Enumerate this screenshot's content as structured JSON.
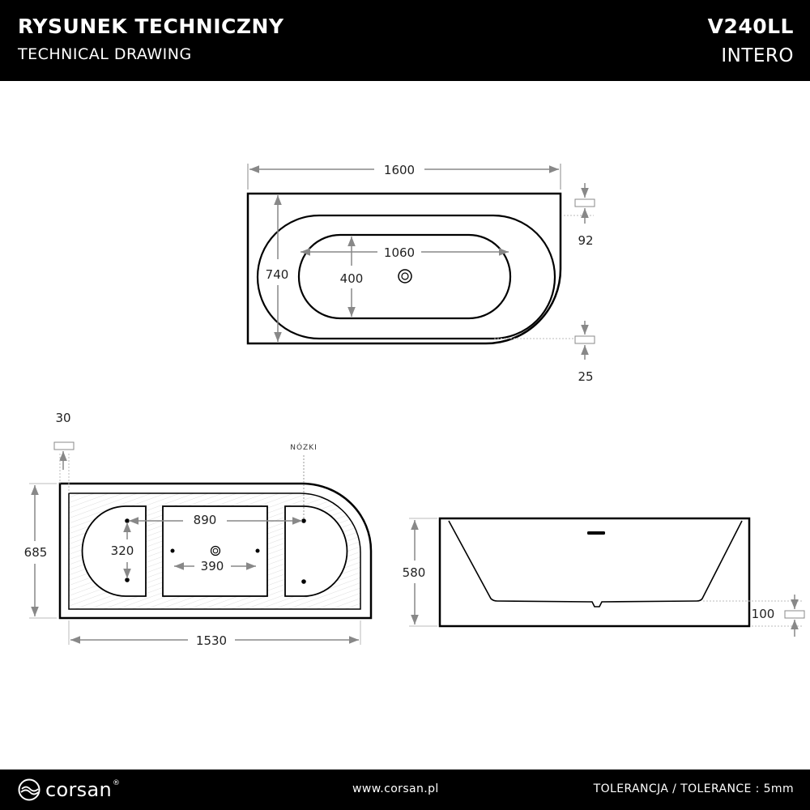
{
  "header": {
    "title": "RYSUNEK TECHNICZNY",
    "subtitle": "TECHNICAL DRAWING",
    "model": "V240LL",
    "series": "INTERO"
  },
  "footer": {
    "brand": "corsan",
    "url": "www.corsan.pl",
    "tolerance": "TOLERANCJA / TOLERANCE : 5mm"
  },
  "top_view": {
    "width": "1600",
    "depth": "740",
    "basin_length": "1060",
    "basin_width": "400",
    "rim_back": "92",
    "rim_front": "25"
  },
  "bottom_view": {
    "edge": "30",
    "legs_label": "NÓZKI",
    "depth": "685",
    "length": "1530",
    "legs_span": "890",
    "leg_pad": "320",
    "drain_span": "390"
  },
  "side_view": {
    "height": "580",
    "base": "100"
  },
  "colors": {
    "band": "#000000",
    "line": "#000000",
    "dimension": "#888888"
  }
}
